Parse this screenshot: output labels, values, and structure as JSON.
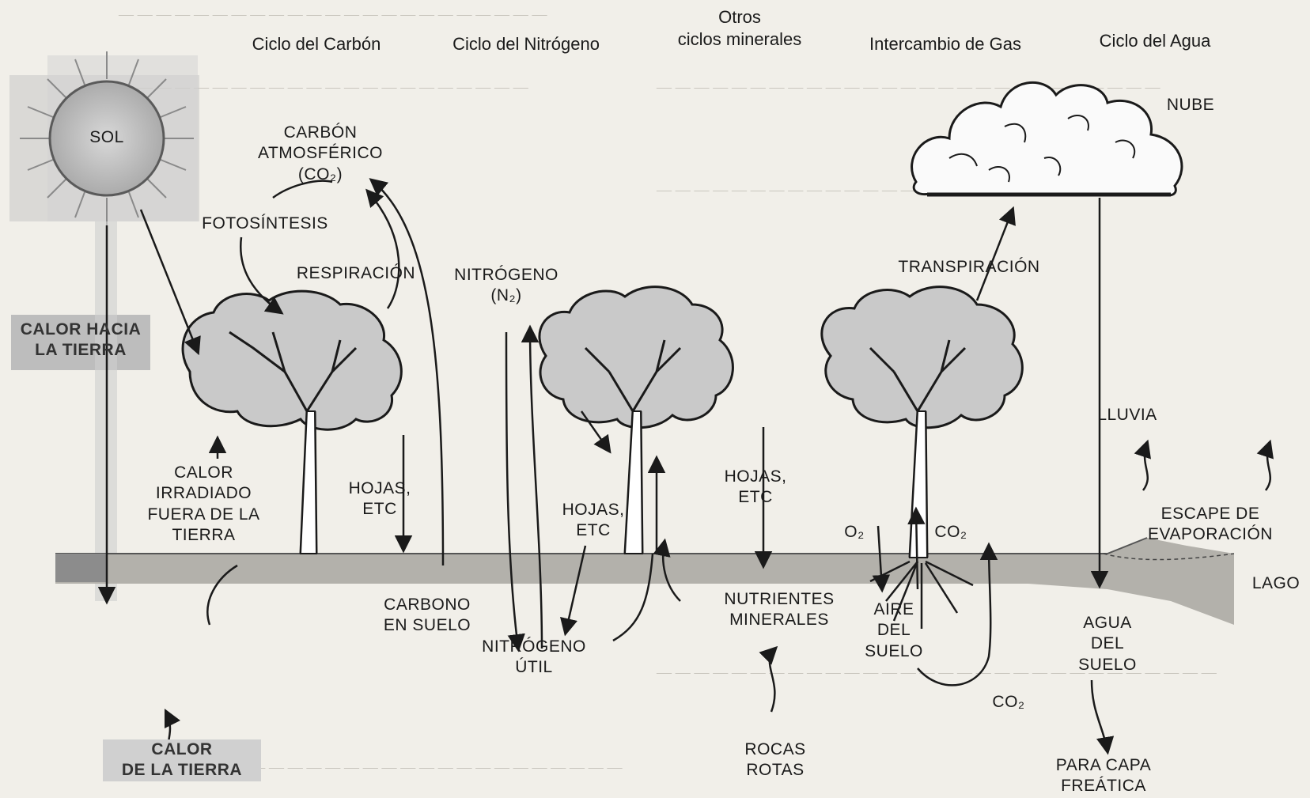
{
  "headers": {
    "carbon": "Ciclo del Carbón",
    "nitrogen": "Ciclo del Nitrógeno",
    "minerals": "Otros\nciclos minerales",
    "gas": "Intercambio de Gas",
    "water": "Ciclo del Agua"
  },
  "labels": {
    "sun": "SOL",
    "heat_to_earth": "CALOR HACIA\nLA TIERRA",
    "atm_carbon": "CARBÓN\nATMOSFÉRICO\n(CO₂)",
    "photosynthesis": "FOTOSÍNTESIS",
    "respiration": "RESPIRACIÓN",
    "nitrogen_n2": "NITRÓGENO\n(N₂)",
    "radiated_heat": "CALOR\nIRRADIADO\nFUERA DE LA\nTIERRA",
    "leaves_1": "HOJAS,\nETC",
    "leaves_2": "HOJAS,\nETC",
    "leaves_3": "HOJAS,\nETC",
    "soil_carbon": "CARBONO\nEN SUELO",
    "useful_nitrogen": "NITRÓGENO\nÚTIL",
    "mineral_nutrients": "NUTRIENTES\nMINERALES",
    "broken_rocks": "ROCAS\nROTAS",
    "earth_heat": "CALOR\nDE LA TIERRA",
    "o2": "O₂",
    "co2_up": "CO₂",
    "soil_air": "AIRE\nDEL\nSUELO",
    "co2_bottom": "CO₂",
    "transpiration": "TRANSPIRACIÓN",
    "cloud": "NUBE",
    "rain": "LLUVIA",
    "evaporation": "ESCAPE DE\nEVAPORACIÓN",
    "lake": "LAGO",
    "soil_water": "AGUA\nDEL\nSUELO",
    "water_table": "PARA CAPA\nFREÁTICA"
  }
}
